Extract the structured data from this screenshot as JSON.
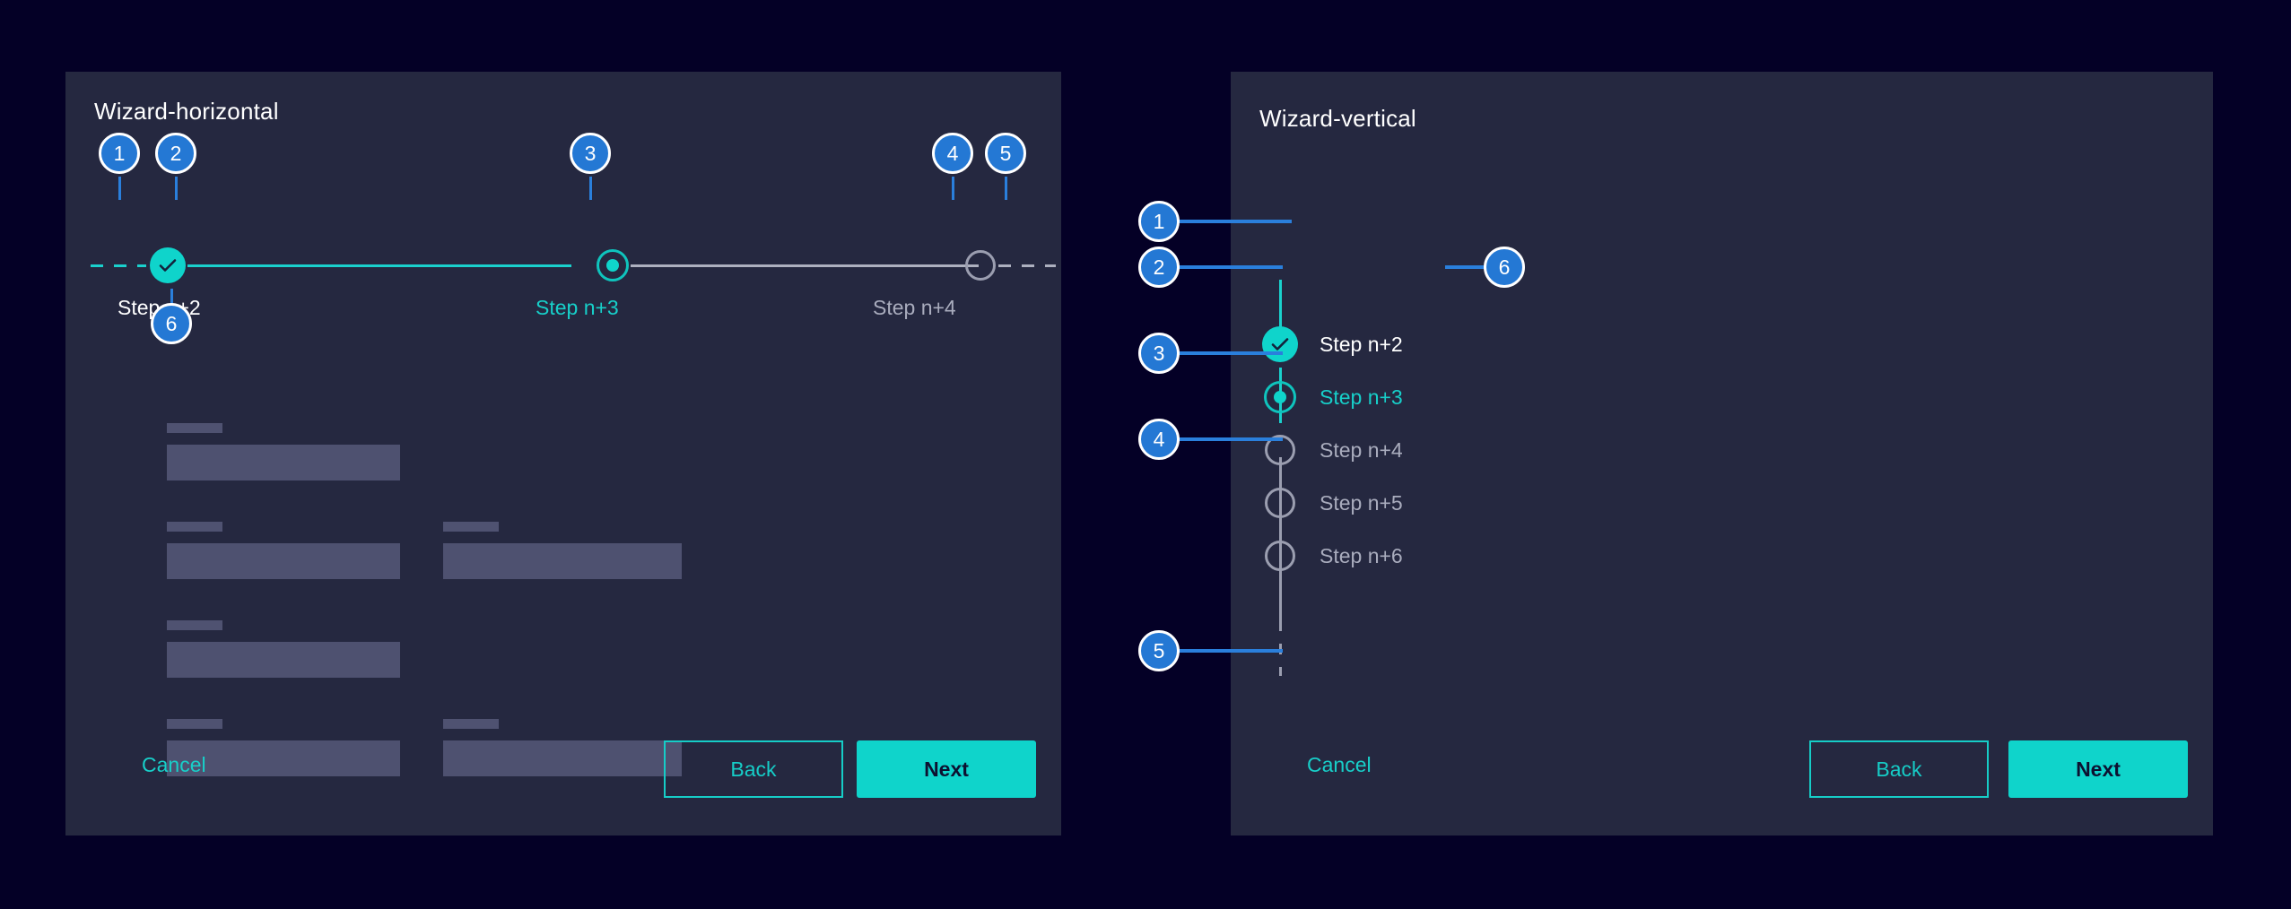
{
  "page": {
    "background": "#040026",
    "card_background": "#252840",
    "accent_teal": "#0fd4cb",
    "accent_blue": "#2478d4",
    "muted_gray": "#a9acbd",
    "field_fill": "#4e5170"
  },
  "horizontal": {
    "title": "Wizard-horizontal",
    "steps": [
      {
        "label": "Step n+2",
        "state": "completed"
      },
      {
        "label": "Step n+3",
        "state": "active"
      },
      {
        "label": "Step n+4",
        "state": "todo"
      }
    ],
    "footer": {
      "cancel": "Cancel",
      "back": "Back",
      "next": "Next"
    },
    "markers": [
      {
        "id": "1",
        "label": "1"
      },
      {
        "id": "2",
        "label": "2"
      },
      {
        "id": "3",
        "label": "3"
      },
      {
        "id": "4",
        "label": "4"
      },
      {
        "id": "5",
        "label": "5"
      },
      {
        "id": "6",
        "label": "6"
      }
    ]
  },
  "vertical": {
    "title": "Wizard-vertical",
    "steps": [
      {
        "label": "Step n+2",
        "state": "completed"
      },
      {
        "label": "Step n+3",
        "state": "active"
      },
      {
        "label": "Step n+4",
        "state": "todo"
      },
      {
        "label": "Step n+5",
        "state": "todo"
      },
      {
        "label": "Step n+6",
        "state": "todo"
      }
    ],
    "footer": {
      "cancel": "Cancel",
      "back": "Back",
      "next": "Next"
    },
    "markers": [
      {
        "id": "1",
        "label": "1"
      },
      {
        "id": "2",
        "label": "2"
      },
      {
        "id": "3",
        "label": "3"
      },
      {
        "id": "4",
        "label": "4"
      },
      {
        "id": "5",
        "label": "5"
      },
      {
        "id": "6",
        "label": "6"
      }
    ]
  }
}
